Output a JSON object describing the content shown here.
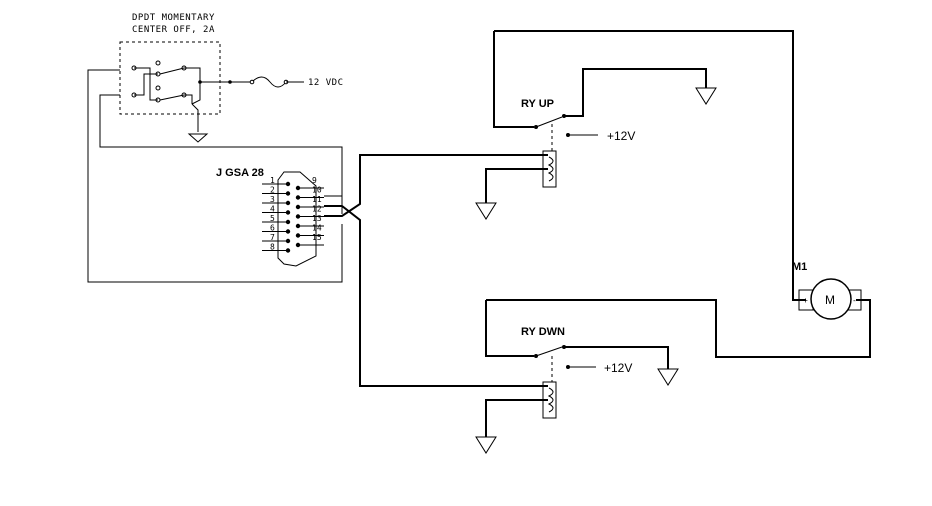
{
  "switch": {
    "title_line1": "DPDT MOMENTARY",
    "title_line2": "CENTER OFF, 2A"
  },
  "supply": {
    "label": "12 VDC"
  },
  "connector": {
    "label": "J GSA 28",
    "left_pins": [
      "1",
      "2",
      "3",
      "4",
      "5",
      "6",
      "7",
      "8"
    ],
    "right_pins": [
      "9",
      "10",
      "11",
      "12",
      "13",
      "14",
      "15"
    ]
  },
  "relay_up": {
    "label": "RY UP",
    "supply": "+12V"
  },
  "relay_down": {
    "label": "RY DWN",
    "supply": "+12V"
  },
  "motor": {
    "ref": "M1",
    "symbol": "M",
    "plus": "+",
    "minus": "-"
  }
}
